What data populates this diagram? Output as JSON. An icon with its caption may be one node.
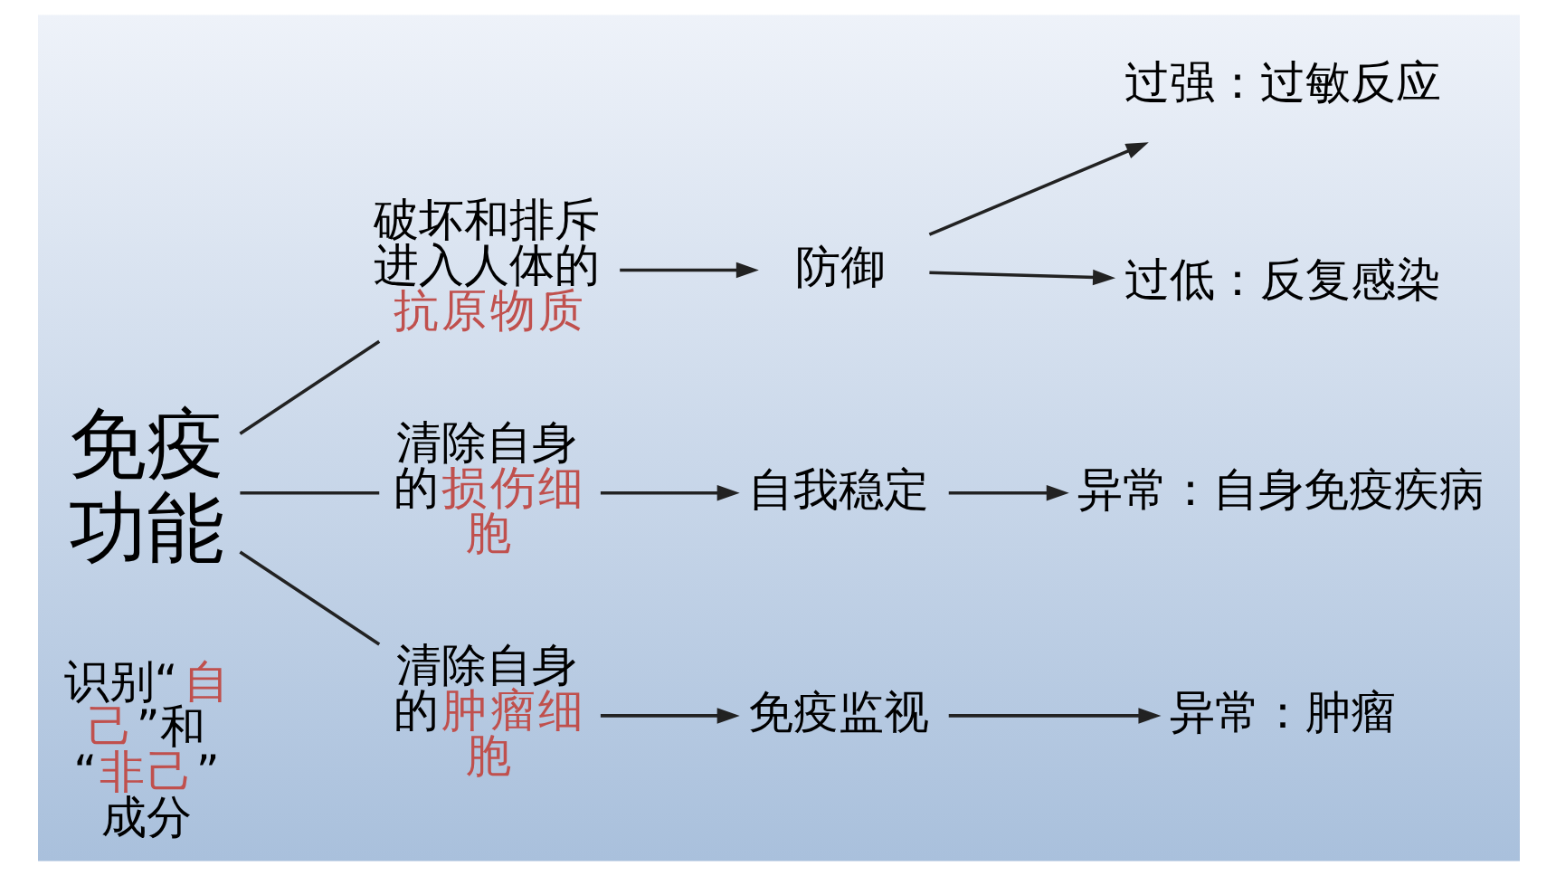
{
  "diagram": {
    "nodes": [
      {
        "text": [
          "免疫功能"
        ]
      },
      {
        "text": [
          "破坏和排斥进入人体的抗原物质"
        ]
      },
      {
        "text": [
          "防御"
        ]
      },
      {
        "text": [
          "过强：过敏反应"
        ]
      },
      {
        "text": [
          "过低：反复感染"
        ]
      },
      {
        "text": [
          "清除自身的损伤细胞"
        ]
      },
      {
        "text": [
          "自我稳定"
        ]
      },
      {
        "text": [
          "异常：自身免疫疾病"
        ]
      },
      {
        "text": [
          "清除自身的肿瘤细胞"
        ]
      },
      {
        "text": [
          "免疫监视"
        ]
      },
      {
        "text": [
          "异常：肿瘤"
        ]
      }
    ],
    "edges": [
      {
        "from": 0,
        "to": 1,
        "arrow": "none"
      },
      {
        "from": 0,
        "to": 5,
        "arrow": "none"
      },
      {
        "from": 0,
        "to": 8,
        "arrow": "none"
      },
      {
        "from": 1,
        "to": 2,
        "arrow": "to"
      },
      {
        "from": 2,
        "to": 3,
        "arrow": "to"
      },
      {
        "from": 2,
        "to": 4,
        "arrow": "to"
      },
      {
        "from": 5,
        "to": 6,
        "arrow": "to"
      },
      {
        "from": 6,
        "to": 7,
        "arrow": "to"
      },
      {
        "from": 8,
        "to": 9,
        "arrow": "to"
      },
      {
        "from": 9,
        "to": 10,
        "arrow": "to"
      }
    ],
    "labels": [
      "识别“自己”和“非己”成分"
    ]
  }
}
